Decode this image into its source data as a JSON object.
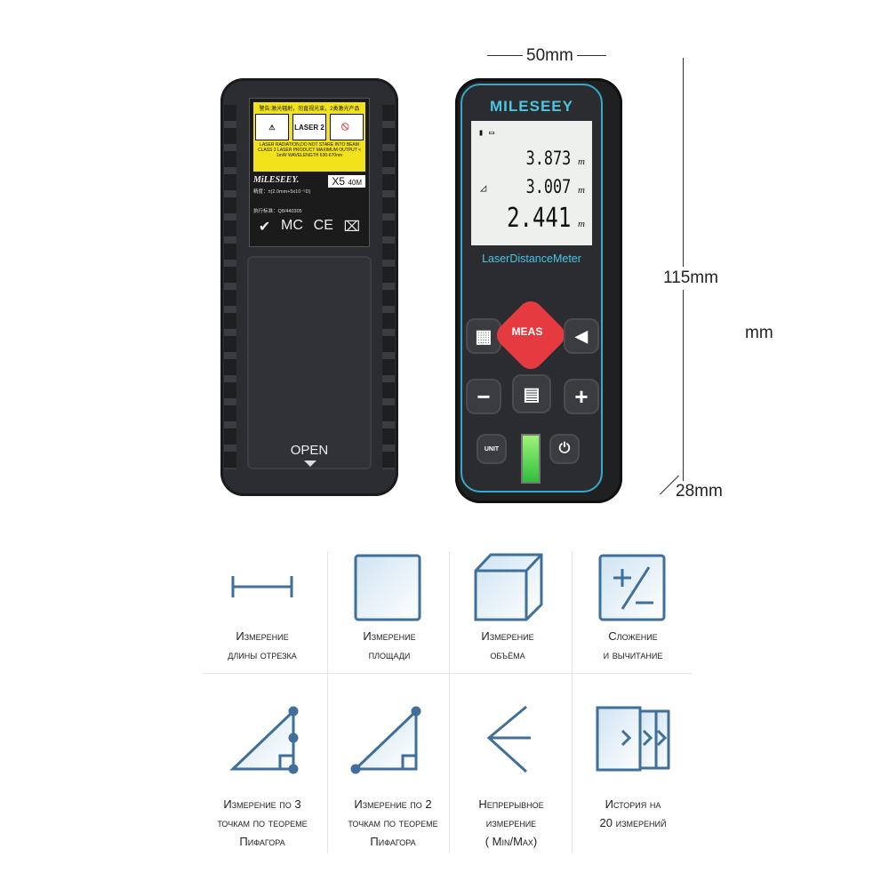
{
  "back_device": {
    "label": {
      "warning_cn": "警告:激光辐射，勿直视光束，2类激光产品",
      "laser_class": "LASER 2",
      "warning_en": "LASER RADIATION,DO NOT STARE INTO BEAM CLASS 2 LASER PRODUCT MAXIMUM OUTPUT < 1mW WAVELENGTH 630-670nm",
      "brand": "MiLESEEY.",
      "model": "X5",
      "model_range": "40M",
      "accuracy": "精度：±(2.0mm+5x10⁻⁵D)",
      "standard": "执行标准：Q8/440305"
    },
    "open_label": "OPEN"
  },
  "front_device": {
    "brand": "MILESEEY",
    "readings": [
      {
        "value": "3.873",
        "unit": "m"
      },
      {
        "value": "3.007",
        "unit": "m"
      },
      {
        "value": "2.441",
        "unit": "m"
      }
    ],
    "subtitle": "LaserDistanceMeter",
    "meas_label": "MEAS",
    "unit_label": "UNIT"
  },
  "dimensions": {
    "width": "50mm",
    "height": "115mm",
    "depth": "28mm",
    "extra": "mm"
  },
  "features": [
    {
      "line1": "Измерение",
      "line2": "длины отрезка"
    },
    {
      "line1": "Измерение",
      "line2": "площади"
    },
    {
      "line1": "Измерение",
      "line2": "объёма"
    },
    {
      "line1": "Сложение",
      "line2": "и вычитание"
    },
    {
      "line1": "Измерение по 3",
      "line2": "точкам по теореме",
      "line3": "Пифагора"
    },
    {
      "line1": "Измерение по 2",
      "line2": "точкам по теореме",
      "line3": "Пифагора"
    },
    {
      "line1": "Непрерывное",
      "line2": "измерение",
      "line3": "( Min/Max)"
    },
    {
      "line1": "История на",
      "line2": "20 измерений"
    }
  ],
  "colors": {
    "accent": "#3f6f9a",
    "meas": "#e53a3f",
    "cyan": "#4cc4e4"
  }
}
